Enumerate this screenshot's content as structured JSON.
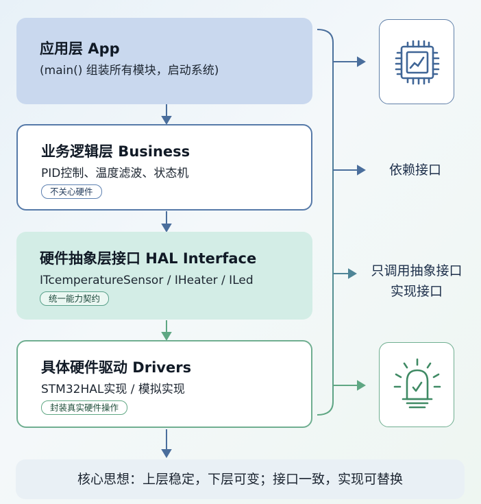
{
  "layers": {
    "app": {
      "title": "应用层 App",
      "subtitle": "(main() 组装所有模块，启动系统)"
    },
    "business": {
      "title": "业务逻辑层 Business",
      "subtitle": "PID控制、温度滤波、状态机",
      "tag": "不关心硬件"
    },
    "hal": {
      "title": "硬件抽象层接口 HAL Interface",
      "subtitle": "ITcemperatureSensor / IHeater / ILed",
      "tag": "统一能力契约"
    },
    "drivers": {
      "title": "具体硬件驱动 Drivers",
      "subtitle": "STM32HAL实现 / 模拟实现",
      "tag": "封装真实硬件操作"
    }
  },
  "side": {
    "depend_label": "依赖接口",
    "impl_line1": "只调用抽象接口",
    "impl_line2": "实现接口"
  },
  "icons": {
    "top": "chip-icon",
    "bottom": "lightbulb-icon"
  },
  "footer": "核心思想：上层稳定，下层可变；接口一致，实现可替换",
  "colors": {
    "blue": "#4a6e9c",
    "green": "#5fa783",
    "app_bg": "#c9d8ee",
    "hal_bg": "#d3ede6"
  }
}
